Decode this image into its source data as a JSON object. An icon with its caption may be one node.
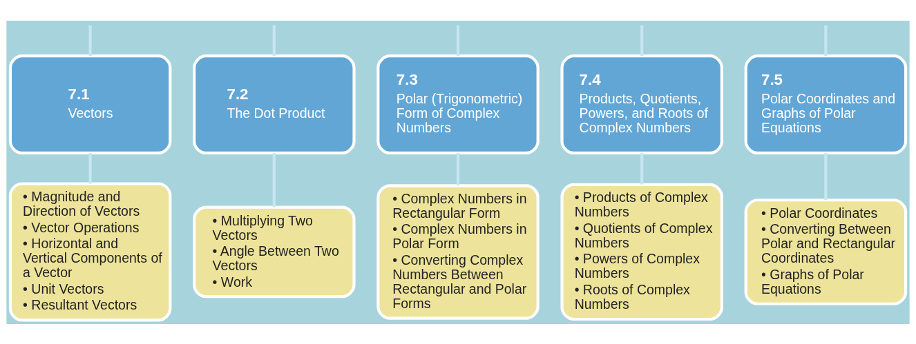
{
  "diagram": {
    "nodes": [
      {
        "text": [
          "7.1",
          "Vectors"
        ]
      },
      {
        "text": [
          "7.2",
          "The Dot Product"
        ]
      },
      {
        "text": [
          "7.3",
          "Polar (Trigonometric) Form of Complex Numbers"
        ]
      },
      {
        "text": [
          "7.4",
          "Products, Quotients, Powers, and Roots of Complex Numbers"
        ]
      },
      {
        "text": [
          "7.5",
          "Polar Coordinates and Graphs of Polar Equations"
        ]
      },
      {
        "text": [
          "• Magnitude and Direction of Vectors",
          "• Vector Operations",
          "• Horizontal and Vertical Components of a Vector",
          "• Unit Vectors",
          "• Resultant Vectors"
        ]
      },
      {
        "text": [
          "• Multiplying Two Vectors",
          "• Angle Between Two Vectors",
          "• Work"
        ]
      },
      {
        "text": [
          "• Complex Numbers in Rectangular Form",
          "• Complex Numbers in Polar Form",
          "• Converting Complex Numbers Between Rectangular and Polar Forms"
        ]
      },
      {
        "text": [
          "• Products of Complex Numbers",
          "• Quotients of Complex Numbers",
          "• Powers of Complex Numbers",
          "• Roots of Complex Numbers"
        ]
      },
      {
        "text": [
          "• Polar Coordinates",
          "• Converting Between Polar and Rectangular Coordinates",
          "• Graphs of Polar Equations"
        ]
      }
    ],
    "edges": [
      {
        "from": null,
        "to": 0,
        "arrow": "none"
      },
      {
        "from": null,
        "to": 1,
        "arrow": "none"
      },
      {
        "from": null,
        "to": 2,
        "arrow": "none"
      },
      {
        "from": null,
        "to": 3,
        "arrow": "none"
      },
      {
        "from": null,
        "to": 4,
        "arrow": "none"
      },
      {
        "from": 0,
        "to": 5,
        "arrow": "none"
      },
      {
        "from": 1,
        "to": 6,
        "arrow": "none"
      },
      {
        "from": 2,
        "to": 7,
        "arrow": "none"
      },
      {
        "from": 3,
        "to": 8,
        "arrow": "none"
      },
      {
        "from": 4,
        "to": 9,
        "arrow": "none"
      }
    ]
  }
}
